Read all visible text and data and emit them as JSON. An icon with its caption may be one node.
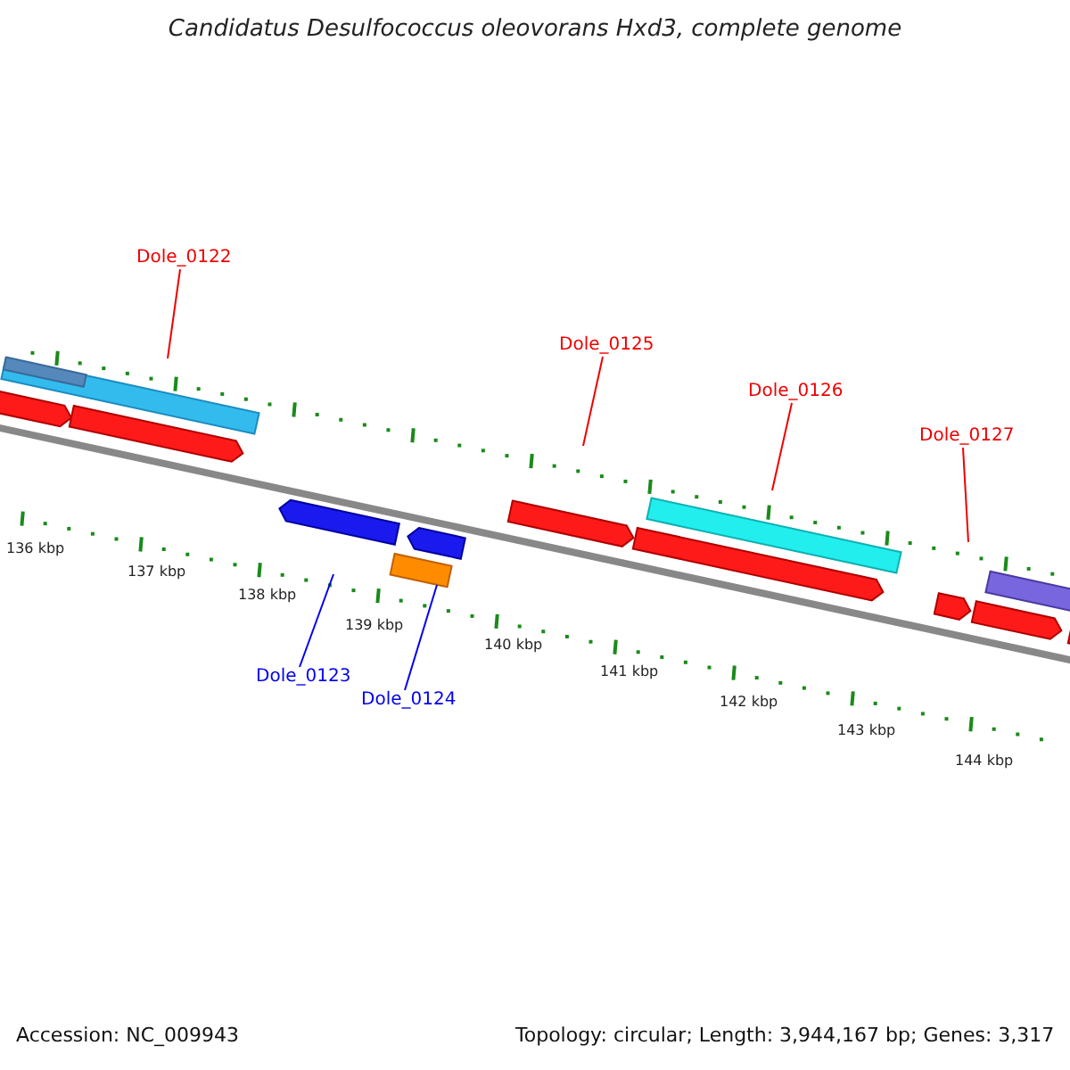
{
  "diagram": {
    "title": "Candidatus Desulfococcus oleovorans Hxd3, complete genome",
    "nodes": [
      {
        "text": [
          "Dole_0122"
        ]
      },
      {
        "text": [
          "Dole_0125"
        ]
      },
      {
        "text": [
          "Dole_0126"
        ]
      },
      {
        "text": [
          "Dole_0127"
        ]
      },
      {
        "text": [
          "Dole_0123"
        ]
      },
      {
        "text": [
          "Dole_0124"
        ]
      }
    ],
    "edges": [
      {
        "from": 0,
        "to": null,
        "arrow": "none"
      },
      {
        "from": 1,
        "to": null,
        "arrow": "none"
      },
      {
        "from": 2,
        "to": null,
        "arrow": "none"
      },
      {
        "from": 3,
        "to": null,
        "arrow": "none"
      },
      {
        "from": 4,
        "to": null,
        "arrow": "none",
        "color": "#0000ee"
      },
      {
        "from": 5,
        "to": null,
        "arrow": "none",
        "color": "#0000ee"
      }
    ],
    "labels": [
      "136 kbp",
      "137 kbp",
      "138 kbp",
      "139 kbp",
      "140 kbp",
      "141 kbp",
      "142 kbp",
      "143 kbp",
      "144 kbp",
      "Accession: NC_009943",
      "Topology: circular; Length: 3,944,167 bp; Genes: 3,317"
    ]
  }
}
